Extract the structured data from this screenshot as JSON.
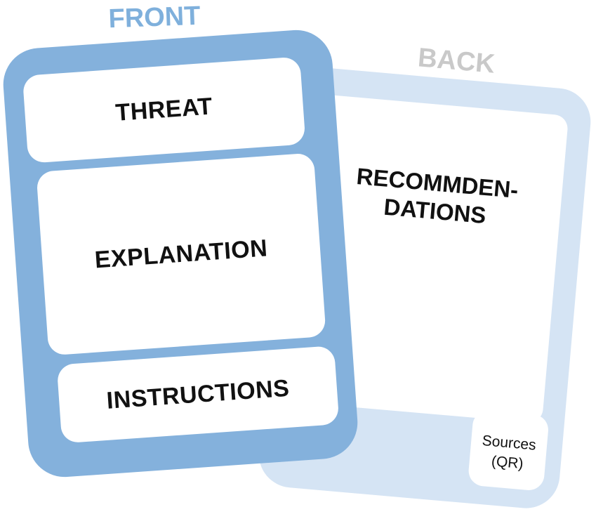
{
  "labels": {
    "front": "FRONT",
    "back": "BACK"
  },
  "front_card": {
    "threat": "THREAT",
    "explanation": "EXPLANATION",
    "instructions": "INSTRUCTIONS"
  },
  "back_card": {
    "recommendations_line1": "RECOMMDEN-",
    "recommendations_line2": "DATIONS",
    "sources_line1": "Sources",
    "sources_line2": "(QR)"
  },
  "colors": {
    "front_card": "#84b1dc",
    "back_card": "#d5e4f4",
    "front_label": "#7fb0dc",
    "back_label": "#c9c9c9"
  }
}
